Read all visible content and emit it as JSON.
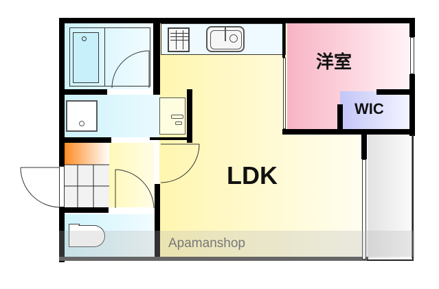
{
  "floorplan": {
    "rooms": {
      "ldk": {
        "label": "LDK",
        "color": "#fffbc8"
      },
      "western_room": {
        "label": "洋室",
        "color": "#f9b9c8"
      },
      "wic": {
        "label": "WIC",
        "color": "#c5c8f8"
      },
      "bathroom": {
        "label": "",
        "color": "#d8f6fb"
      },
      "washroom": {
        "label": "",
        "color": "#d8f6fb"
      },
      "toilet": {
        "label": "",
        "color": "#d8f6fb"
      },
      "entrance": {
        "label": "",
        "color": "#ffffff"
      },
      "hallway": {
        "label": "",
        "color": "#fffbc8"
      },
      "balcony": {
        "label": "",
        "color": "#e6e6e6"
      }
    },
    "watermark": "Apamanshop"
  }
}
